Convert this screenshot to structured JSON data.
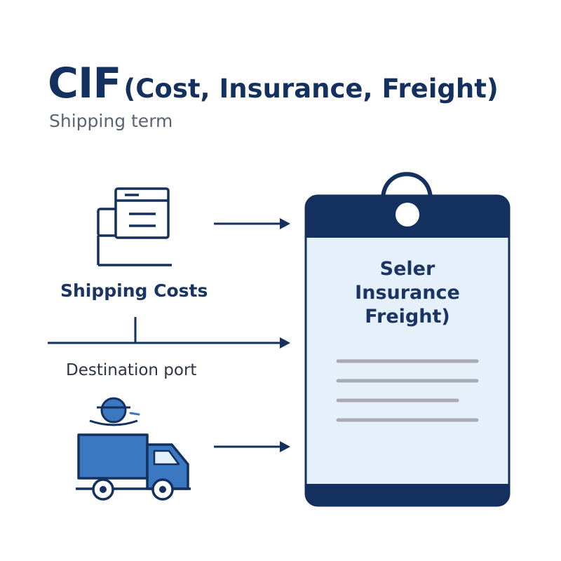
{
  "header": {
    "title_main": "CIF",
    "title_sub": "(Cost, Insurance, Freight)",
    "subtitle": "Shipping term"
  },
  "left": {
    "shipping_costs": "Shipping Costs",
    "destination_port": "Destination port"
  },
  "tag": {
    "line1": "Seler",
    "line2": "Insurance",
    "line3": "Freight)"
  },
  "colors": {
    "navy": "#14305f",
    "blue": "#3a78c2",
    "light_blue": "#e6f0fb",
    "gray_line": "#a8acb2"
  },
  "icons": [
    "document-icon",
    "truck-icon",
    "person-icon",
    "arrow-icon",
    "luggage-tag-icon"
  ]
}
